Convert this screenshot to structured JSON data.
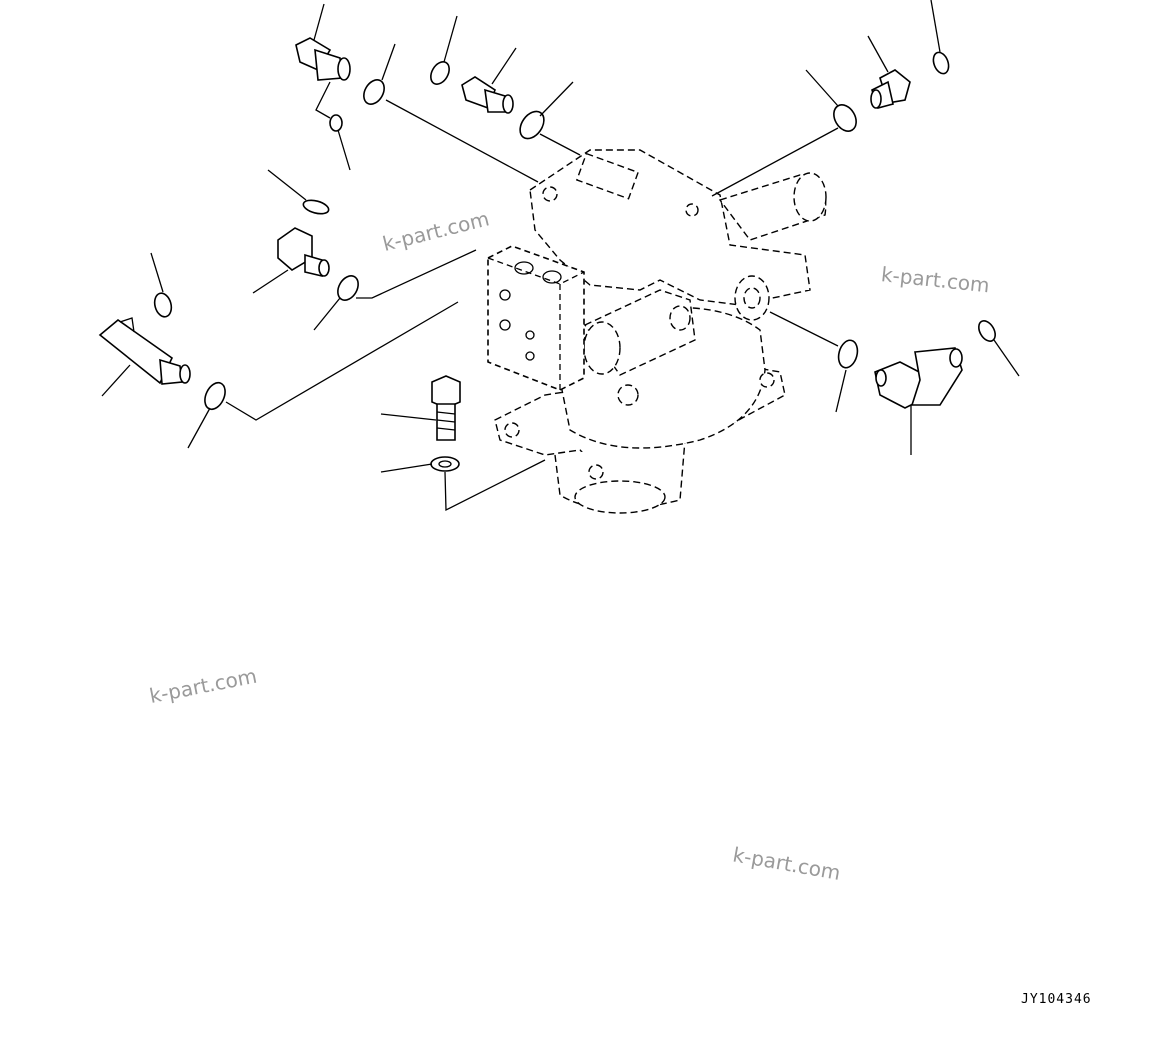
{
  "diagram": {
    "watermarks": [
      "k-part.com",
      "k-part.com",
      "k-part.com",
      "k-part.com"
    ],
    "figure_code": "JY104346",
    "line_color": "#000000",
    "watermark_color": "#9a9a9a"
  }
}
